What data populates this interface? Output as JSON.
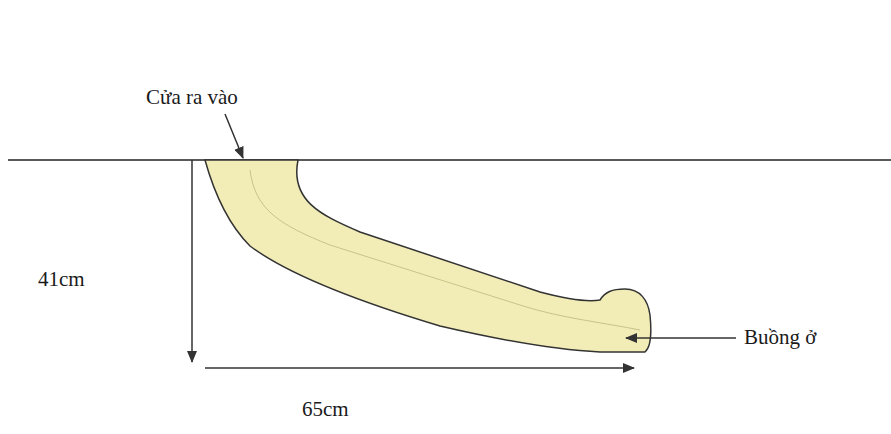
{
  "diagram": {
    "labels": [
      "Cửa ra vào",
      "Buồng ở",
      "41cm",
      "65cm"
    ]
  }
}
